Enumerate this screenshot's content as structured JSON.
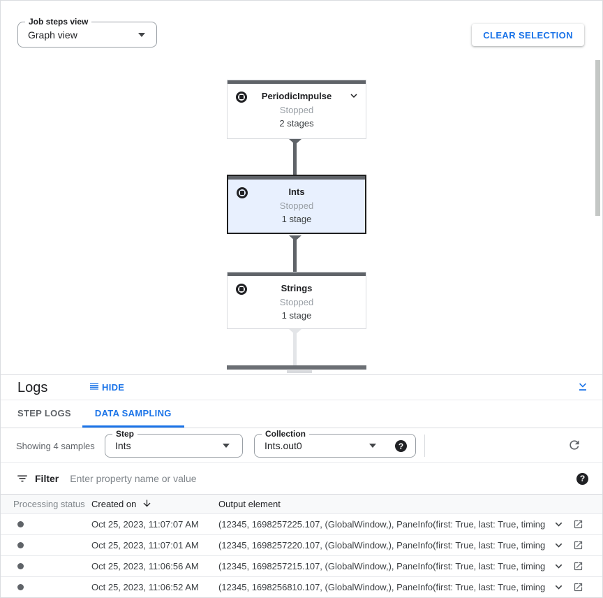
{
  "toolbar": {
    "job_steps_view": {
      "label": "Job steps view",
      "value": "Graph view"
    },
    "clear_selection_label": "CLEAR SELECTION"
  },
  "graph": {
    "nodes": [
      {
        "title": "PeriodicImpulse",
        "status": "Stopped",
        "stages": "2 stages",
        "selected": false
      },
      {
        "title": "Ints",
        "status": "Stopped",
        "stages": "1 stage",
        "selected": true
      },
      {
        "title": "Strings",
        "status": "Stopped",
        "stages": "1 stage",
        "selected": false
      }
    ],
    "selected_node": "Ints"
  },
  "logs": {
    "title": "Logs",
    "hide_label": "HIDE",
    "tabs": [
      {
        "label": "STEP LOGS",
        "active": false
      },
      {
        "label": "DATA SAMPLING",
        "active": true
      }
    ],
    "showing_text": "Showing 4 samples",
    "step_select": {
      "label": "Step",
      "value": "Ints"
    },
    "collection_select": {
      "label": "Collection",
      "value": "Ints.out0"
    }
  },
  "filter": {
    "label": "Filter",
    "placeholder": "Enter property name or value"
  },
  "table": {
    "headers": {
      "status": "Processing status",
      "created": "Created on",
      "output": "Output element"
    },
    "rows": [
      {
        "created_on": "Oct 25, 2023, 11:07:07 AM",
        "output_element": "(12345, 1698257225.107, (GlobalWindow,), PaneInfo(first: True, last: True, timing…"
      },
      {
        "created_on": "Oct 25, 2023, 11:07:01 AM",
        "output_element": "(12345, 1698257220.107, (GlobalWindow,), PaneInfo(first: True, last: True, timing…"
      },
      {
        "created_on": "Oct 25, 2023, 11:06:56 AM",
        "output_element": "(12345, 1698257215.107, (GlobalWindow,), PaneInfo(first: True, last: True, timing…"
      },
      {
        "created_on": "Oct 25, 2023, 11:06:52 AM",
        "output_element": "(12345, 1698256810.107, (GlobalWindow,), PaneInfo(first: True, last: True, timing…"
      }
    ]
  },
  "icons": {
    "dropdown_arrow": "▼",
    "status_dot": "●",
    "help": "?",
    "stopped_node": "stop-in-circle"
  },
  "colors": {
    "accent_blue": "#1a73e8",
    "selected_node_bg": "#e8f0fe",
    "node_top_bar": "#5f6368",
    "border": "#dadce0",
    "muted_text": "#80868b"
  }
}
